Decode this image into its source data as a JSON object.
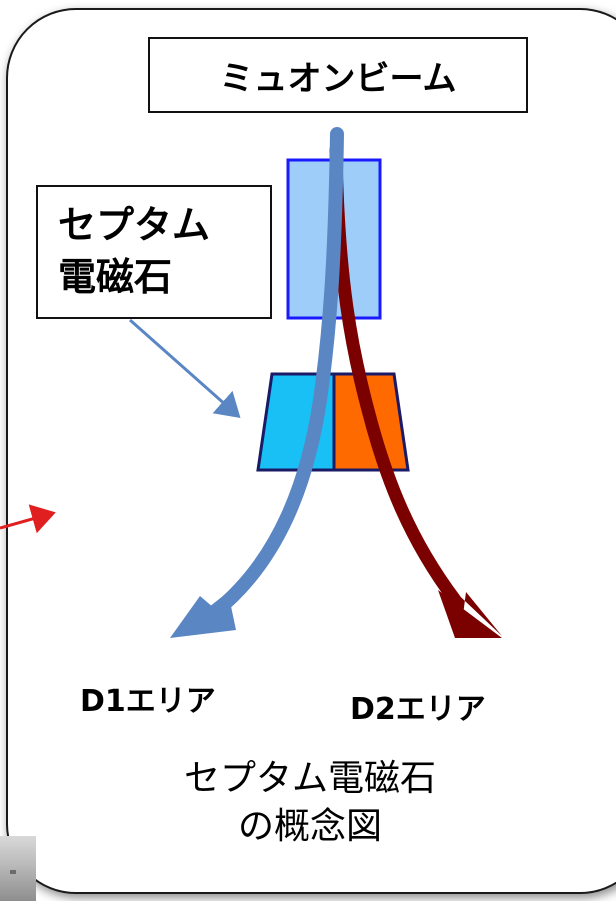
{
  "labels": {
    "beam": "ミュオンビーム",
    "septum_line1": "セプタム",
    "septum_line2": "電磁石",
    "d1_area": "D1エリア",
    "d2_area": "D2エリア",
    "caption_line1": "セプタム電磁石",
    "caption_line2": "の概念図"
  },
  "colors": {
    "beam_blue": "#5a86c4",
    "beam_dark_red": "#7b0000",
    "upper_magnet_fill": "#9fcdfa",
    "upper_magnet_stroke": "#1a1aff",
    "lower_left_fill": "#18c0f5",
    "lower_right_fill": "#ff6a00",
    "lower_stroke": "#1a1a66",
    "pointer_arrow": "#5a86c4",
    "side_arrow": "#e02020"
  }
}
